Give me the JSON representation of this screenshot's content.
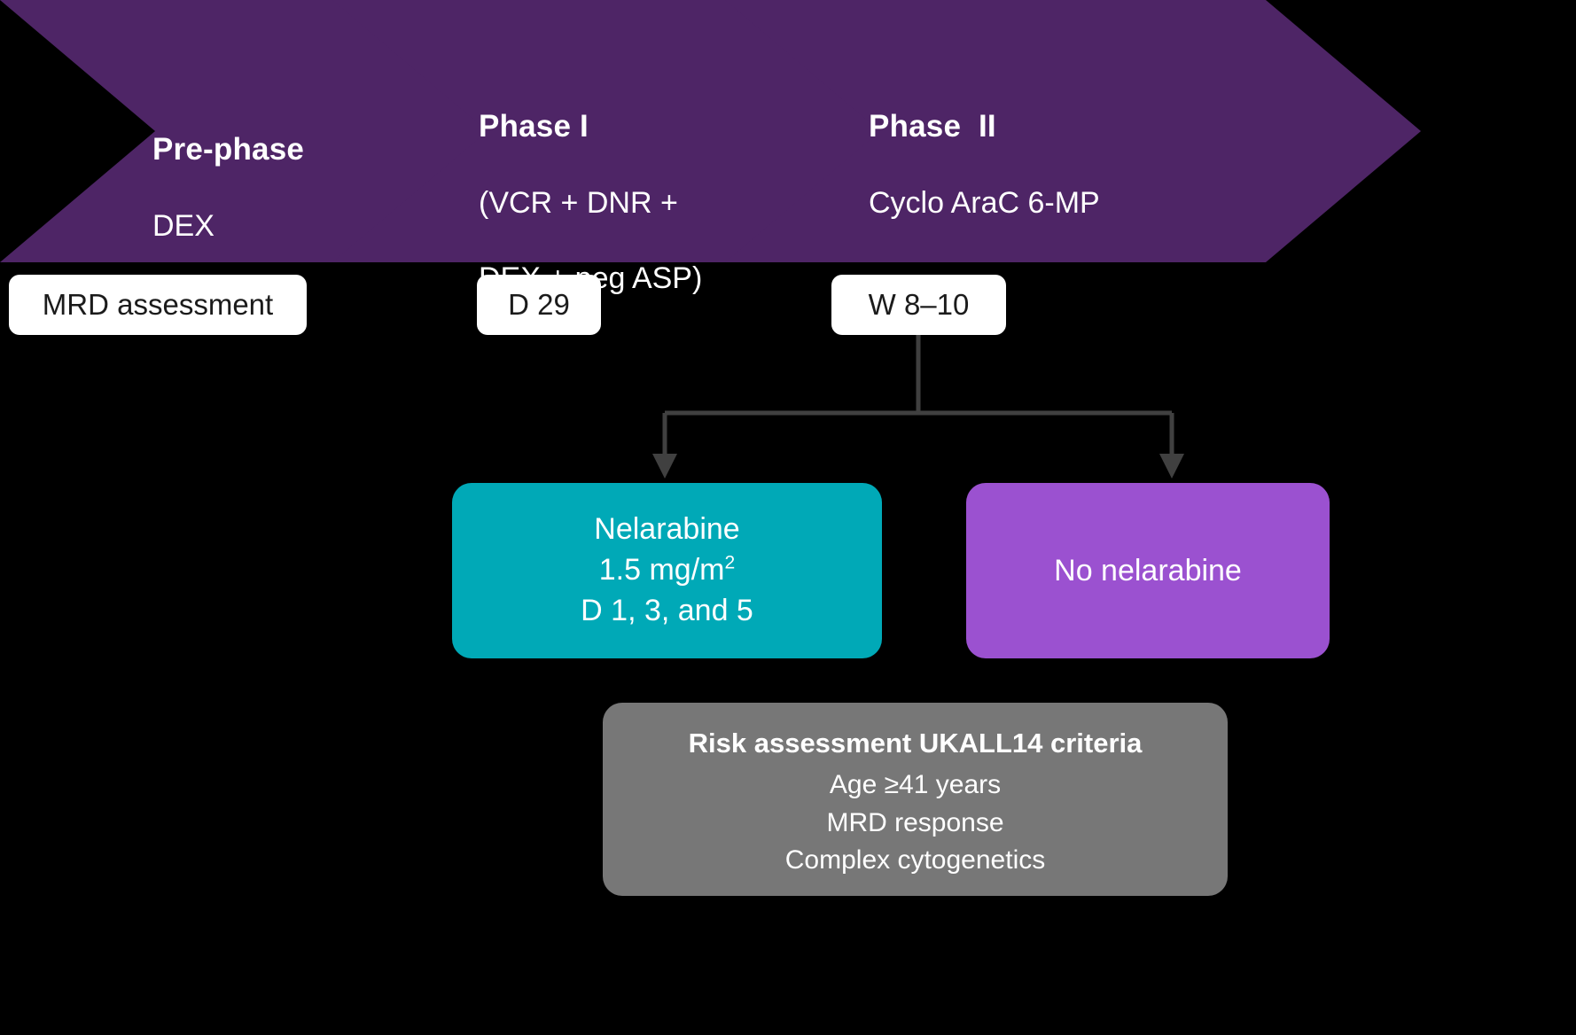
{
  "colors": {
    "background": "#000000",
    "chevron_purple": "#4E2566",
    "label_box_white": "#ffffff",
    "nelarabine_teal": "#00A9B7",
    "no_nelarabine_purple": "#9B51D0",
    "risk_grey": "#777777",
    "connector_grey": "#404040",
    "text_on_color": "#ffffff",
    "text_on_white": "#1b1b1b"
  },
  "chevrons": [
    {
      "id": "pre-phase",
      "title": "Pre-phase",
      "subtitle": "DEX"
    },
    {
      "id": "phase-1",
      "title": "Phase I",
      "subtitle_line1": "(VCR + DNR +",
      "subtitle_line2": "DEX + peg ASP)"
    },
    {
      "id": "phase-2",
      "title": "Phase  II",
      "subtitle": "Cyclo AraC 6-MP"
    }
  ],
  "timepoint_labels": [
    {
      "id": "mrd-assessment",
      "text": "MRD assessment"
    },
    {
      "id": "d29",
      "text": "D 29"
    },
    {
      "id": "w8-10",
      "text": "W 8–10"
    }
  ],
  "outcomes": {
    "nelarabine": {
      "line1": "Nelarabine",
      "dose_value": "1.5 mg/m",
      "dose_exponent": "2",
      "line3": "D 1, 3, and 5"
    },
    "no_nelarabine": {
      "label": "No nelarabine"
    }
  },
  "risk_assessment": {
    "title": "Risk assessment UKALL14 criteria",
    "criteria": [
      "Age ≥41 years",
      "MRD response",
      "Complex cytogenetics"
    ]
  }
}
